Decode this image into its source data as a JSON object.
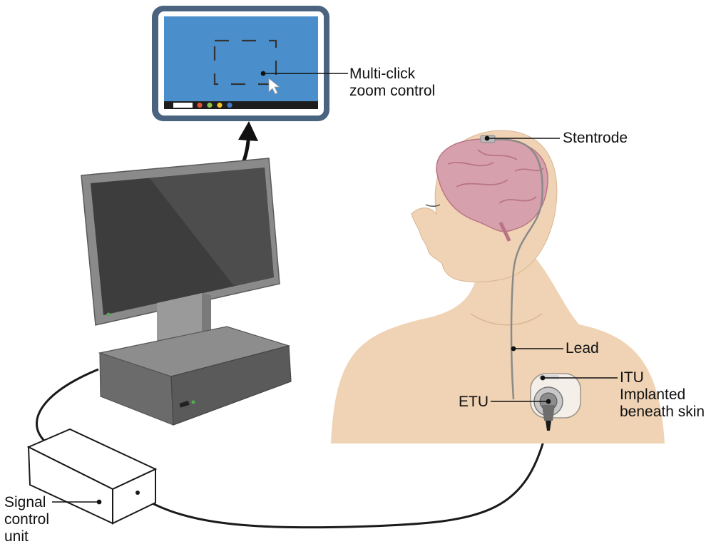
{
  "labels": {
    "zoom": [
      "Multi-click",
      "zoom control"
    ],
    "stentrode": "Stentrode",
    "lead": "Lead",
    "itu": [
      "ITU",
      "Implanted",
      "beneath skin"
    ],
    "etu": "ETU",
    "signal_unit": [
      "Signal",
      "control",
      "unit"
    ]
  },
  "colors": {
    "screen_blue": "#4a8fcb",
    "tablet_frame": "#4a6480",
    "skin": "#efd3b4",
    "brain": "#d7a0ad",
    "monitor_body": "#6d6d6d",
    "cable": "#1a1a1a",
    "taskbar_dots": [
      "#e0533c",
      "#8bc34a",
      "#f2c12e",
      "#3f78c8"
    ]
  }
}
